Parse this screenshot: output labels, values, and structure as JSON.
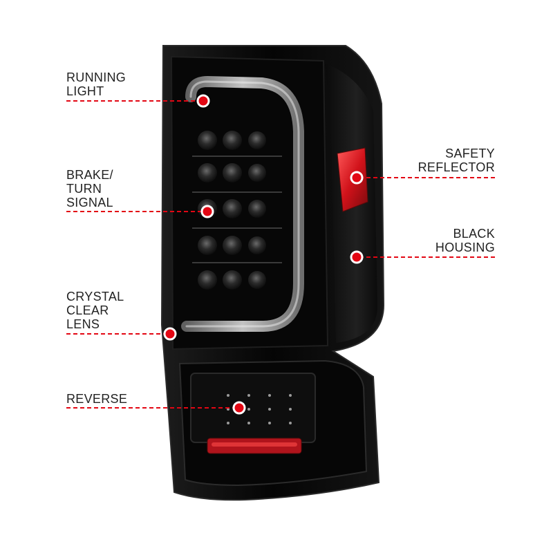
{
  "colors": {
    "accent": "#e30613",
    "housing": "#0b0b0b",
    "label_text": "#222222"
  },
  "callouts": {
    "running_light": "RUNNING\nLIGHT",
    "brake_turn_signal": "BRAKE/\nTURN\nSIGNAL",
    "crystal_clear_lens": "CRYSTAL\nCLEAR\nLENS",
    "reverse": "REVERSE",
    "safety_reflector": "SAFETY\nREFLECTOR",
    "black_housing": "BLACK\nHOUSING"
  }
}
